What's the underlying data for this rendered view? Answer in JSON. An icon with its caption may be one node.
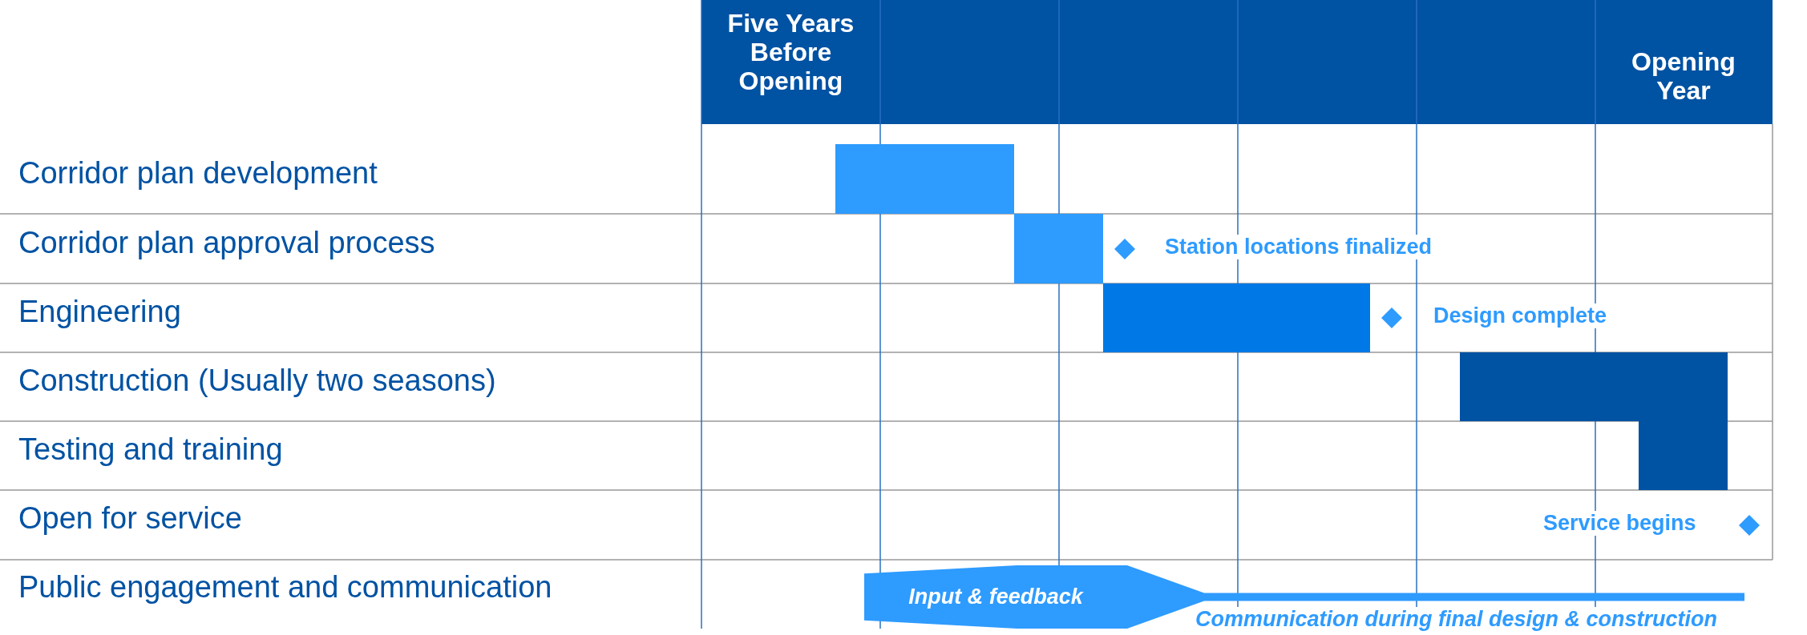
{
  "diagram": {
    "nodes": [
      {
        "text": [],
        "shape": "bar"
      },
      {
        "text": [],
        "shape": "bar"
      },
      {
        "text": [],
        "shape": "bar"
      },
      {
        "text": [],
        "shape": "bar"
      },
      {
        "text": [],
        "shape": "bar"
      },
      {
        "text": [
          "Input & feedback"
        ]
      }
    ],
    "labels": [
      "Five Years Before Opening",
      "Opening Year",
      "Corridor plan development",
      "Corridor plan approval process",
      "Station locations finalized",
      "Engineering",
      "Design complete",
      "Construction (Usually two seasons)",
      "Testing and training",
      "Open for service",
      "Service begins",
      "Public engagement and communication",
      "Communication during final design & construction"
    ]
  }
}
